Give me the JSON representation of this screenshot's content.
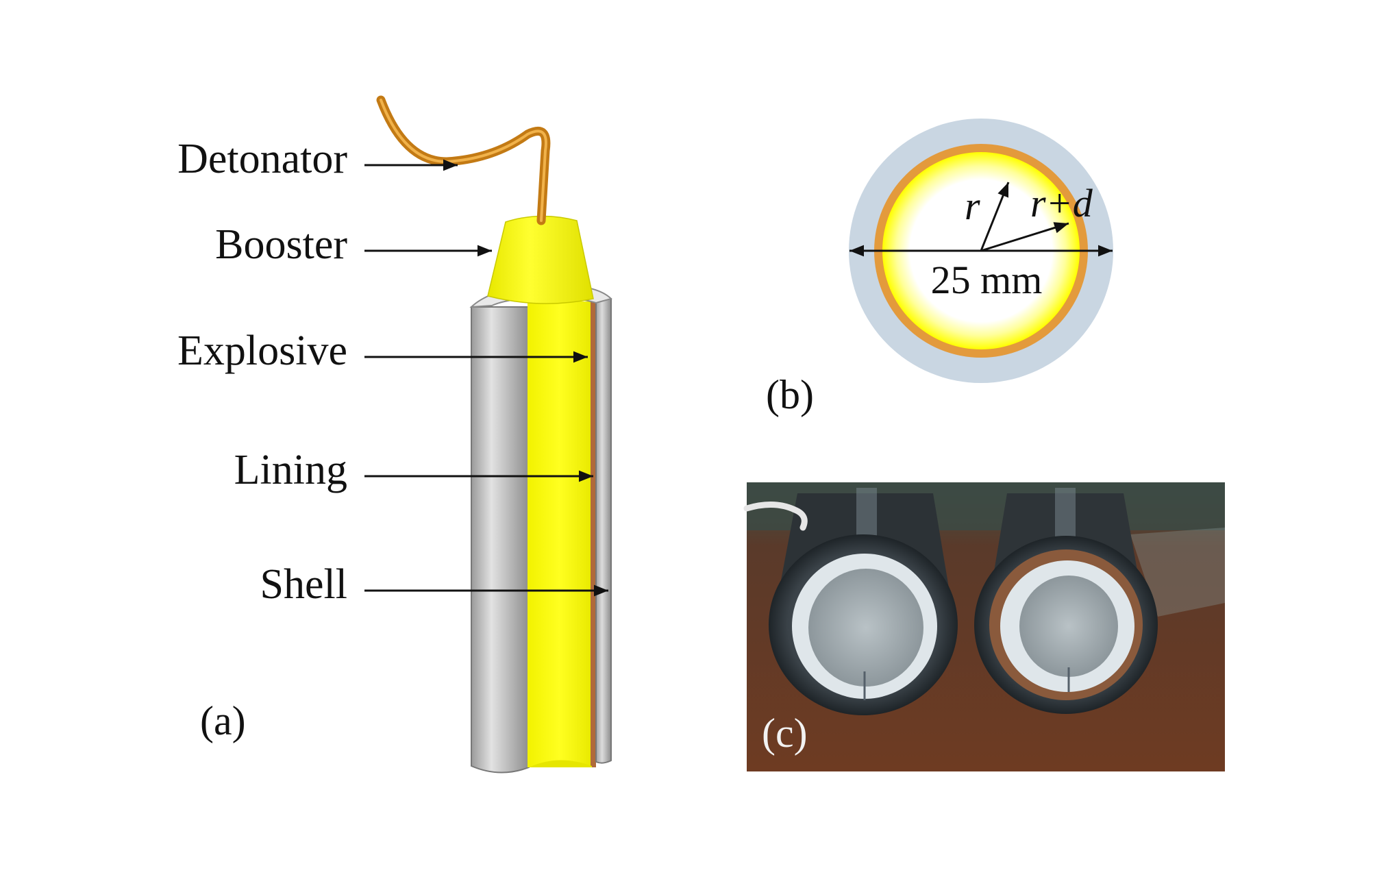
{
  "panel_a": {
    "label": "(a)",
    "components": [
      {
        "name": "Detonator"
      },
      {
        "name": "Booster"
      },
      {
        "name": "Explosive"
      },
      {
        "name": "Lining"
      },
      {
        "name": "Shell"
      }
    ]
  },
  "panel_b": {
    "label": "(b)",
    "inner_radius_label": "r",
    "outer_radius_label": "r+d",
    "diameter_label": "25 mm"
  },
  "panel_c": {
    "label": "(c)"
  },
  "colors": {
    "explosive": "#ffff00",
    "detonator": "#d98a1c",
    "shell": "#b8b8b8",
    "lining": "#c87a4a",
    "ring_outer": "#c9d6e2",
    "ring_lining": "#e39a3c",
    "photo_background": "#6b3a24"
  }
}
